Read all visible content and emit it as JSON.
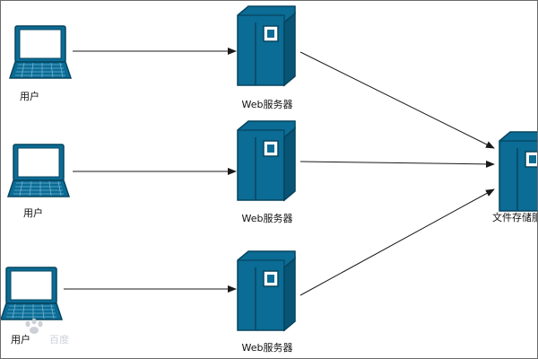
{
  "colors": {
    "device_fill": "#0b6c95",
    "device_dark": "#075475",
    "device_stroke": "#07445f",
    "edge": "#1a1a1a",
    "watermark": "#c8cdd3"
  },
  "nodes": {
    "user_1": {
      "label": "用户",
      "icon": "laptop-icon"
    },
    "user_2": {
      "label": "用户",
      "icon": "laptop-icon"
    },
    "user_3": {
      "label": "用户",
      "icon": "laptop-icon"
    },
    "web_server_1": {
      "label": "Web服务器",
      "icon": "server-tower-icon"
    },
    "web_server_2": {
      "label": "Web服务器",
      "icon": "server-tower-icon"
    },
    "web_server_3": {
      "label": "Web服务器",
      "icon": "server-tower-icon"
    },
    "file_server": {
      "label": "文件存储服",
      "icon": "server-tower-icon"
    }
  },
  "edges": [
    {
      "from": "user_1",
      "to": "web_server_1"
    },
    {
      "from": "user_2",
      "to": "web_server_2"
    },
    {
      "from": "user_3",
      "to": "web_server_3"
    },
    {
      "from": "web_server_1",
      "to": "file_server"
    },
    {
      "from": "web_server_2",
      "to": "file_server"
    },
    {
      "from": "web_server_3",
      "to": "file_server"
    }
  ],
  "watermark": {
    "text": "百度"
  }
}
